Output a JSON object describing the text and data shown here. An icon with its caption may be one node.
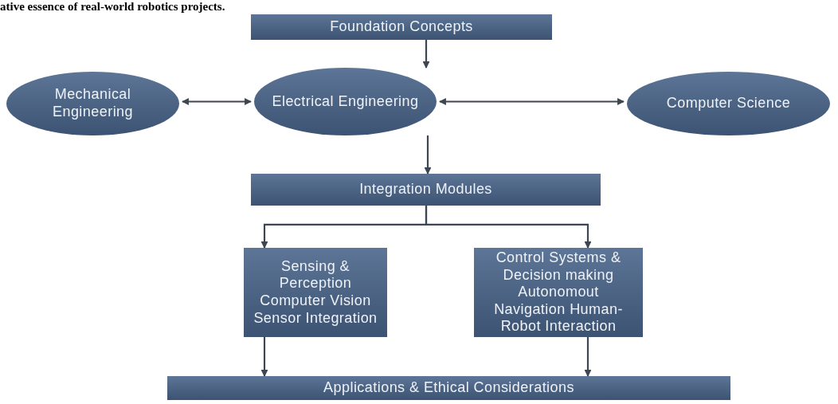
{
  "diagram": {
    "nodes": [
      {
        "text": [
          "Foundation Concepts"
        ]
      },
      {
        "text": [
          "Mechanical Engineering"
        ]
      },
      {
        "text": [
          "Electrical Engineering"
        ]
      },
      {
        "text": [
          "Computer Science"
        ]
      },
      {
        "text": [
          "Integration Modules"
        ]
      },
      {
        "text": [
          "Sensing & Perception Computer Vision Sensor Integration"
        ]
      },
      {
        "text": [
          "Control Systems & Decision making Autonomout Navigation Human-Robot Interaction"
        ]
      },
      {
        "text": [
          "Applications & Ethical Considerations"
        ]
      }
    ],
    "edges": [
      {
        "from": 0,
        "to": 2,
        "arrow": "to"
      },
      {
        "from": 2,
        "to": 1,
        "arrow": "both"
      },
      {
        "from": 2,
        "to": 3,
        "arrow": "both"
      },
      {
        "from": 2,
        "to": 4,
        "arrow": "to"
      },
      {
        "from": 4,
        "to": 5,
        "arrow": "to"
      },
      {
        "from": 4,
        "to": 6,
        "arrow": "to"
      },
      {
        "from": 5,
        "to": 7,
        "arrow": "to"
      },
      {
        "from": 6,
        "to": 7,
        "arrow": "to"
      }
    ],
    "labels": [
      "ative essence of real-world robotics projects."
    ]
  }
}
